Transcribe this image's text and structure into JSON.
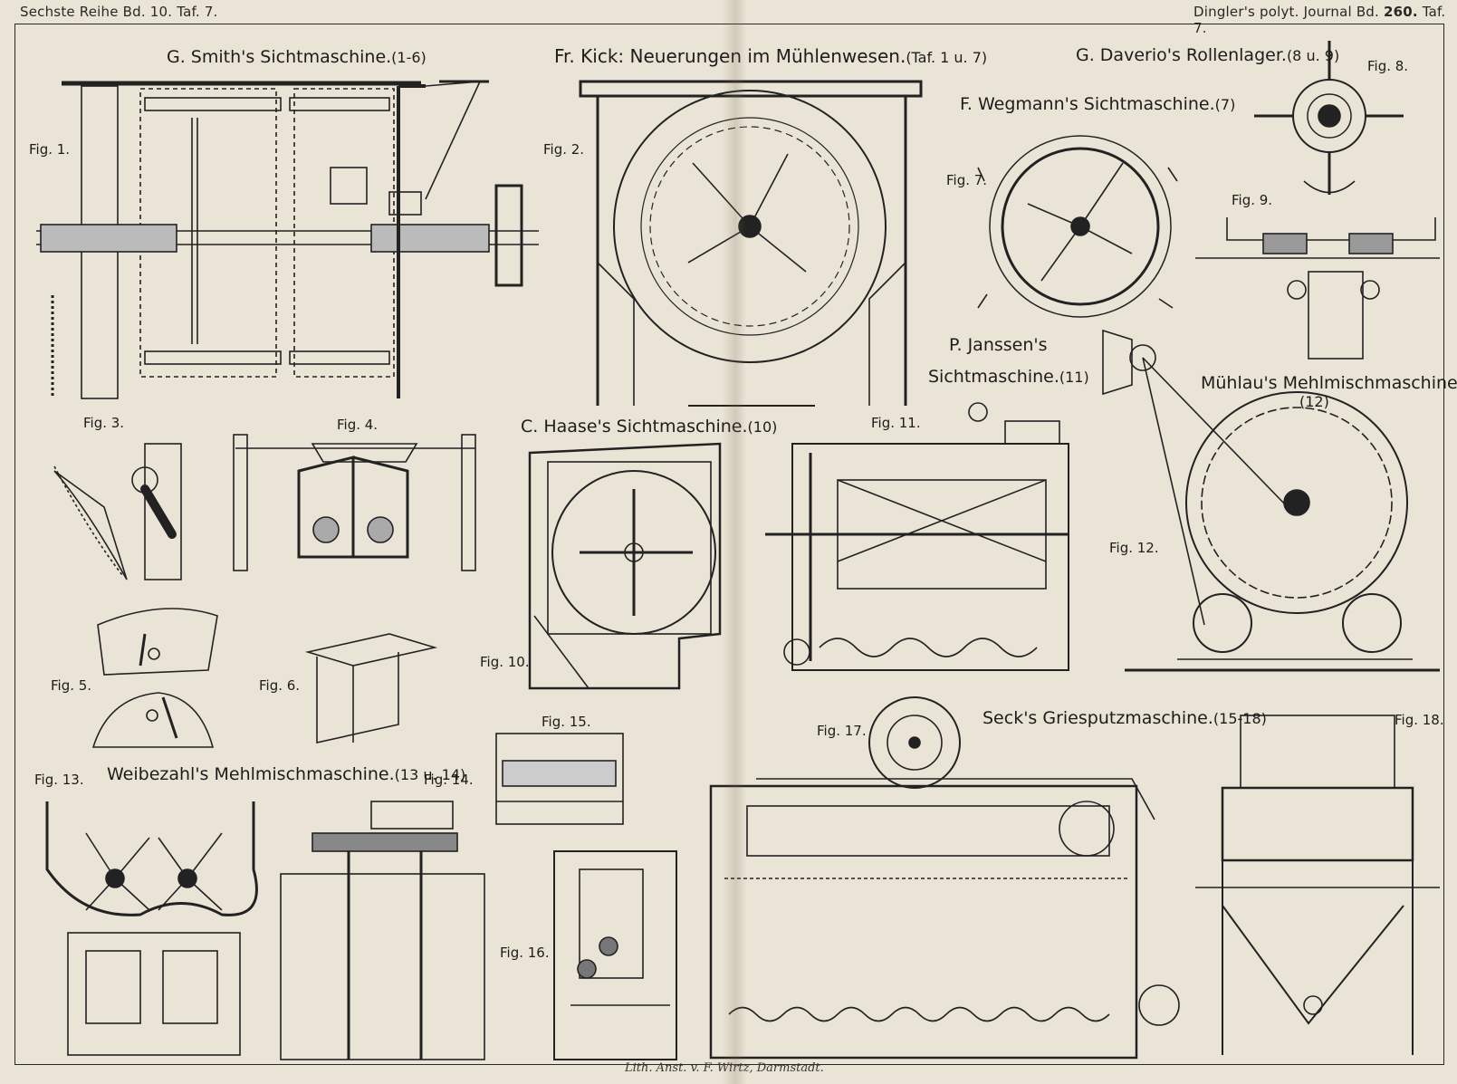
{
  "header": {
    "left": "Sechste Reihe Bd. 10. Taf. 7.",
    "right_prefix": "Dingler's polyt. Journal Bd.",
    "right_volume": "260.",
    "right_suffix": "Taf. 7."
  },
  "titles": {
    "smith": "G. Smith's Sichtmaschine.",
    "smith_ref": "(1-6)",
    "kick": "Fr. Kick: Neuerungen im Mühlenwesen.",
    "kick_ref": "(Taf. 1 u. 7)",
    "daverio": "G. Daverio's Rollenlager.",
    "daverio_ref": "(8 u. 9)",
    "wegmann": "F. Wegmann's Sichtmaschine.",
    "wegmann_ref": "(7)",
    "janssen_1": "P. Janssen's",
    "janssen_2": "Sichtmaschine.",
    "janssen_ref": "(11)",
    "muhlau": "Mühlau's Mehlmischmaschine.",
    "muhlau_ref": "(12)",
    "haase": "C. Haase's Sichtmaschine.",
    "haase_ref": "(10)",
    "weibezahl": "Weibezahl's Mehlmischmaschine.",
    "weibezahl_ref": "(13 u. 14)",
    "seck": "Seck's Griesputzmaschine.",
    "seck_ref": "(15-18)"
  },
  "figures": {
    "f1": "Fig. 1.",
    "f2": "Fig. 2.",
    "f3": "Fig. 3.",
    "f4": "Fig. 4.",
    "f5": "Fig. 5.",
    "f6": "Fig. 6.",
    "f7": "Fig. 7.",
    "f8": "Fig. 8.",
    "f9": "Fig. 9.",
    "f10": "Fig. 10.",
    "f11": "Fig. 11.",
    "f12": "Fig. 12.",
    "f13": "Fig. 13.",
    "f14": "Fig. 14.",
    "f15": "Fig. 15.",
    "f16": "Fig. 16.",
    "f17": "Fig. 17.",
    "f18": "Fig. 18."
  },
  "footer": "Lith. Anst. v. F. Wirtz, Darmstadt."
}
